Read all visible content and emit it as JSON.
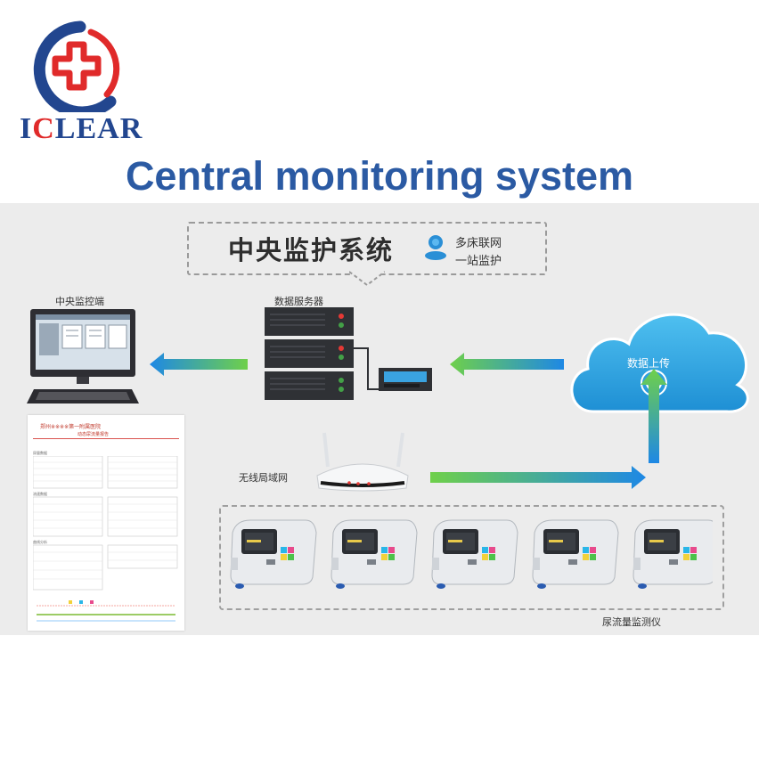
{
  "brand": {
    "name_first": "I",
    "name_accent": "C",
    "name_rest": "LEAR",
    "logo_icon": "medical-cross-logo-icon"
  },
  "title": "Central monitoring system",
  "diagram": {
    "header": "中央监护系统",
    "tagline_line1": "多床联网",
    "tagline_line2": "一站监护",
    "user_icon": "user-icon",
    "nodes": {
      "monitor": "中央监控端",
      "server": "数据服务器",
      "wlan": "无线局域网",
      "cloud": "数据上传",
      "devices": "尿流量监测仪"
    },
    "report": {
      "title_line1": "郑州※※※※第一附属医院",
      "title_line2": "动态尿流量报告",
      "section_1": "尿量数据",
      "section_2": "流速数据",
      "section_3": "曲线分析"
    },
    "colors": {
      "arrow_blue": "#1e88e5",
      "arrow_green": "#66cc44",
      "cloud": "#29a5e3",
      "title_blue": "#2b5aa3",
      "accent_red": "#e02a2a"
    }
  }
}
